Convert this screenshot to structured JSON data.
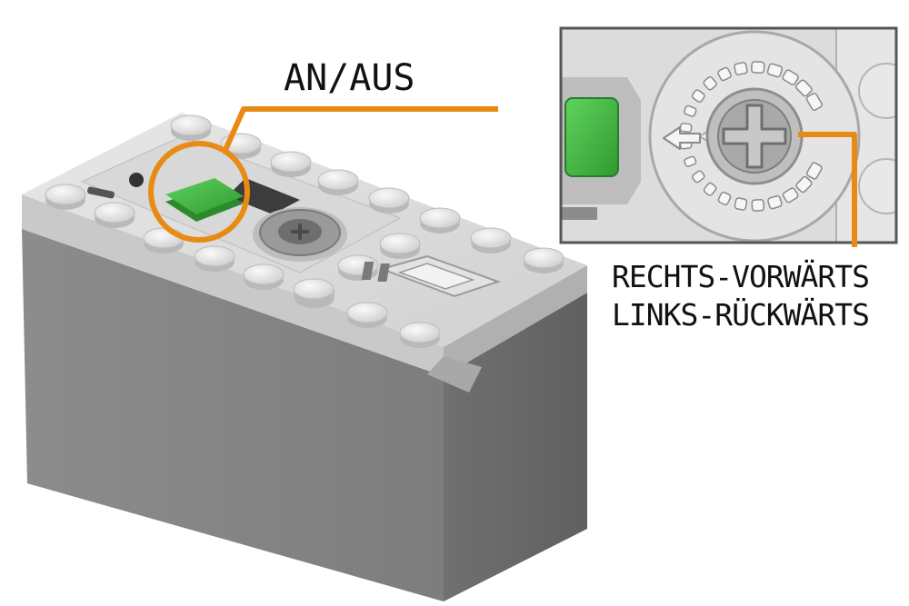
{
  "labels": {
    "on_off": "AN/AUS",
    "direction_line1": "RECHTS-VORWÄRTS",
    "direction_line2": "LINKS-RÜCKWÄRTS"
  },
  "colors": {
    "accent": "#E98A14",
    "switch_green": "#43B843",
    "body_gray": "#858585",
    "top_light": "#DDDDDD",
    "inset_border": "#555555"
  }
}
